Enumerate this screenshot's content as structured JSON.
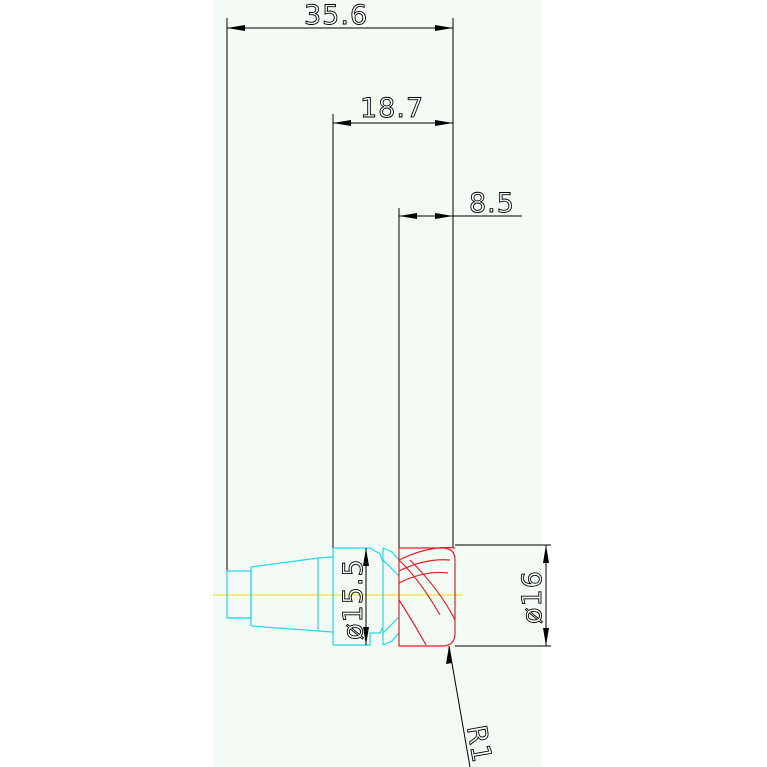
{
  "dimensions": {
    "overall_length": "35.6",
    "middle_length": "18.7",
    "head_length": "8.5",
    "shank_diameter": "ø15.5",
    "head_diameter": "ø16",
    "fillet_radius": "R1"
  },
  "colors": {
    "background": "#ffffff",
    "sheet": "#f3fbf4",
    "dimension_lines": "#000000",
    "shank_outline": "#22d8ee",
    "head_outline": "#e0222a",
    "centerline": "#f1e43a"
  }
}
